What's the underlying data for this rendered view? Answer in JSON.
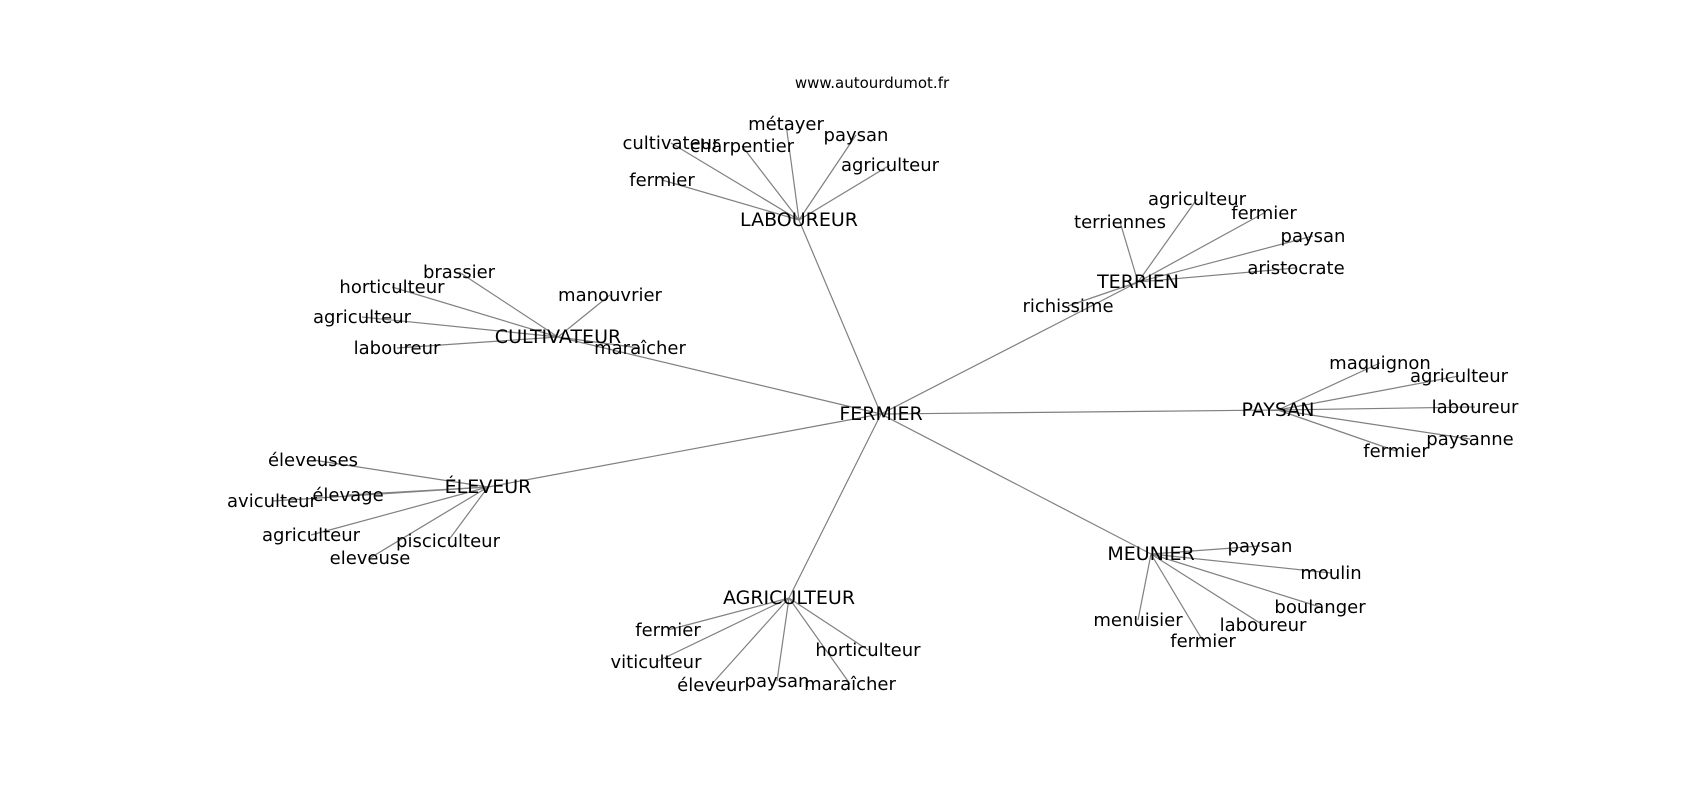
{
  "header": {
    "site": "www.autourdumot.fr"
  },
  "graph": {
    "center": "FERMIER",
    "clusters": [
      {
        "name": "LABOUREUR",
        "leaves": [
          "cultivateur",
          "charpentier",
          "métayer",
          "paysan",
          "agriculteur",
          "fermier"
        ]
      },
      {
        "name": "TERRIEN",
        "leaves": [
          "terriennes",
          "agriculteur",
          "fermier",
          "paysan",
          "aristocrate",
          "richissime"
        ]
      },
      {
        "name": "CULTIVATEUR",
        "leaves": [
          "brassier",
          "horticulteur",
          "agriculteur",
          "laboureur",
          "manouvrier",
          "maraîcher"
        ]
      },
      {
        "name": "PAYSAN",
        "leaves": [
          "maquignon",
          "agriculteur",
          "laboureur",
          "paysanne",
          "fermier"
        ]
      },
      {
        "name": "ÉLEVEUR",
        "leaves": [
          "éleveuses",
          "élevage",
          "aviculteur",
          "agriculteur",
          "pisciculteur",
          "eleveuse"
        ]
      },
      {
        "name": "MEUNIER",
        "leaves": [
          "paysan",
          "moulin",
          "boulanger",
          "laboureur",
          "fermier",
          "menuisier"
        ]
      },
      {
        "name": "AGRICULTEUR",
        "leaves": [
          "fermier",
          "viticulteur",
          "éleveur",
          "paysan",
          "maraîcher",
          "horticulteur"
        ]
      }
    ]
  }
}
